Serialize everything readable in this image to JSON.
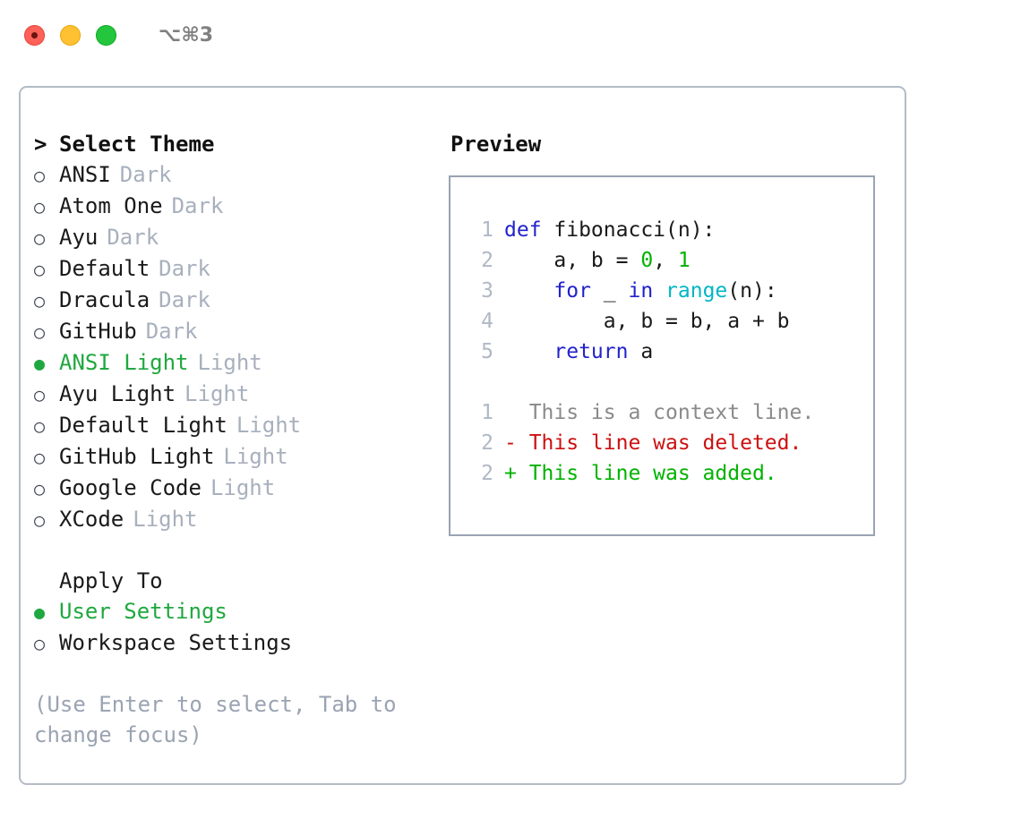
{
  "titlebar": {
    "shortcut": "⌥⌘3",
    "buttons": [
      {
        "name": "close",
        "color": "#fd6158"
      },
      {
        "name": "minimize",
        "color": "#ffc132"
      },
      {
        "name": "maximize",
        "color": "#23c63d"
      }
    ]
  },
  "theme_section": {
    "marker": ">",
    "heading": "Select Theme",
    "focused": true,
    "items": [
      {
        "bullet": "○",
        "label": "ANSI",
        "suffix": "Dark",
        "selected": false
      },
      {
        "bullet": "○",
        "label": "Atom One",
        "suffix": "Dark",
        "selected": false
      },
      {
        "bullet": "○",
        "label": "Ayu",
        "suffix": "Dark",
        "selected": false
      },
      {
        "bullet": "○",
        "label": "Default",
        "suffix": "Dark",
        "selected": false
      },
      {
        "bullet": "○",
        "label": "Dracula",
        "suffix": "Dark",
        "selected": false
      },
      {
        "bullet": "○",
        "label": "GitHub",
        "suffix": "Dark",
        "selected": false
      },
      {
        "bullet": "●",
        "label": "ANSI Light",
        "suffix": "Light",
        "selected": true
      },
      {
        "bullet": "○",
        "label": "Ayu Light",
        "suffix": "Light",
        "selected": false
      },
      {
        "bullet": "○",
        "label": "Default Light",
        "suffix": "Light",
        "selected": false
      },
      {
        "bullet": "○",
        "label": "GitHub Light",
        "suffix": "Light",
        "selected": false
      },
      {
        "bullet": "○",
        "label": "Google Code",
        "suffix": "Light",
        "selected": false
      },
      {
        "bullet": "○",
        "label": "XCode",
        "suffix": "Light",
        "selected": false
      }
    ]
  },
  "apply_section": {
    "marker": " ",
    "heading": "Apply To",
    "focused": false,
    "items": [
      {
        "bullet": "●",
        "label": "User Settings",
        "suffix": "",
        "selected": true
      },
      {
        "bullet": "○",
        "label": "Workspace Settings",
        "suffix": "",
        "selected": false
      }
    ]
  },
  "hint": "(Use Enter to select, Tab to change focus)",
  "preview": {
    "heading": "Preview",
    "code_lines": [
      {
        "no": "1",
        "tokens": [
          {
            "t": "def",
            "c": "kw"
          },
          {
            "t": " fibonacci(n):",
            "c": "plain"
          }
        ]
      },
      {
        "no": "2",
        "tokens": [
          {
            "t": "    a, b = ",
            "c": "plain"
          },
          {
            "t": "0",
            "c": "num"
          },
          {
            "t": ", ",
            "c": "plain"
          },
          {
            "t": "1",
            "c": "num"
          }
        ]
      },
      {
        "no": "3",
        "tokens": [
          {
            "t": "    ",
            "c": "plain"
          },
          {
            "t": "for",
            "c": "kw"
          },
          {
            "t": " _ ",
            "c": "plain"
          },
          {
            "t": "in",
            "c": "kw"
          },
          {
            "t": " ",
            "c": "plain"
          },
          {
            "t": "range",
            "c": "fn"
          },
          {
            "t": "(n):",
            "c": "plain"
          }
        ]
      },
      {
        "no": "4",
        "tokens": [
          {
            "t": "        a, b = b, a + b",
            "c": "plain"
          }
        ]
      },
      {
        "no": "5",
        "tokens": [
          {
            "t": "    ",
            "c": "plain"
          },
          {
            "t": "return",
            "c": "kw"
          },
          {
            "t": " a",
            "c": "plain"
          }
        ]
      }
    ],
    "diff_lines": [
      {
        "no": "1",
        "sign": " ",
        "text": " This is a context line.",
        "kind": "ctx"
      },
      {
        "no": "2",
        "sign": "-",
        "text": " This line was deleted.",
        "kind": "del"
      },
      {
        "no": "2",
        "sign": "+",
        "text": " This line was added.",
        "kind": "add"
      }
    ]
  },
  "colors": {
    "accent_green": "#1fa83f",
    "muted": "#a8b0bd",
    "border": "#b3bbc7",
    "preview_border": "#99a3b3",
    "keyword": "#2222cc",
    "function": "#00b6c4",
    "number": "#00b300",
    "diff_deleted": "#cc1111",
    "diff_added": "#00b300",
    "diff_context": "#8a8a8a"
  }
}
